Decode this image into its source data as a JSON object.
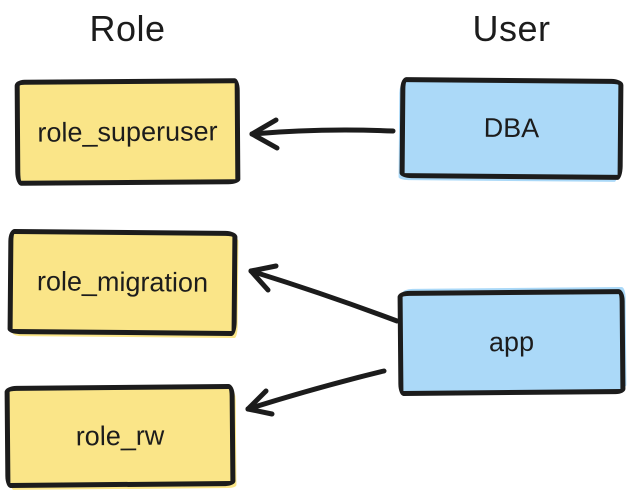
{
  "diagram": {
    "columns": [
      {
        "label": "Role"
      },
      {
        "label": "User"
      }
    ],
    "role_nodes": [
      {
        "label": "role_superuser"
      },
      {
        "label": "role_migration"
      },
      {
        "label": "role_rw"
      }
    ],
    "user_nodes": [
      {
        "label": "DBA"
      },
      {
        "label": "app"
      }
    ],
    "edges": [
      {
        "from": "DBA",
        "to": "role_superuser"
      },
      {
        "from": "app",
        "to": "role_migration"
      },
      {
        "from": "app",
        "to": "role_rw"
      }
    ],
    "colors": {
      "role_fill": "#fae588",
      "user_fill": "#abd9f8",
      "stroke": "#1c1c1c",
      "text": "#1c1c1c",
      "background": "#ffffff"
    }
  }
}
